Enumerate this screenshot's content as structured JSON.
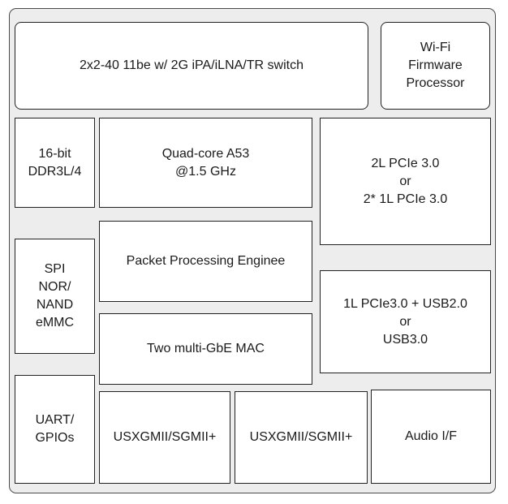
{
  "blocks": {
    "radio": "2x2-40 11be w/ 2G iPA/iLNA/TR switch",
    "wifi_fw": "Wi-Fi\nFirmware\nProcessor",
    "ddr": "16-bit\nDDR3L/4",
    "cpu": "Quad-core A53\n@1.5 GHz",
    "pcie_2l": "2L PCIe 3.0\nor\n2* 1L PCIe 3.0",
    "spi": "SPI\nNOR/\nNAND\neMMC",
    "ppe": "Packet Processing Enginee",
    "pcie_usb": "1L PCIe3.0 + USB2.0\nor\nUSB3.0",
    "gbe_mac": "Two multi-GbE MAC",
    "uart": "UART/\nGPIOs",
    "usxgmii_1": "USXGMII/SGMII+",
    "usxgmii_2": "USXGMII/SGMII+",
    "audio": "Audio I/F"
  }
}
